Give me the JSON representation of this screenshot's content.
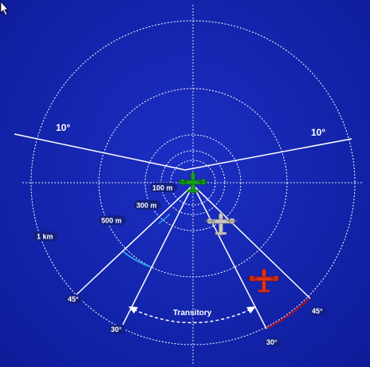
{
  "colors": {
    "background": "#1526b0",
    "ring": "#ffffff",
    "blue_arc": "#2aa3e8",
    "red_arc": "#b0101a",
    "own_aircraft": "#18a020",
    "other_aircraft": "#c8c8c8",
    "threat_aircraft": "#e0341c"
  },
  "icons": {
    "cursor": "cursor-arrow-icon",
    "own": "tiltrotor-aircraft-green-icon",
    "other": "tiltrotor-aircraft-grey-icon",
    "threat": "tiltrotor-aircraft-red-icon"
  },
  "range_rings": [
    {
      "label": "100 m"
    },
    {
      "label": "300 m"
    },
    {
      "label": "500 m"
    },
    {
      "label": "1 km"
    }
  ],
  "angle_labels": {
    "upper_left": "10°",
    "upper_right": "10°",
    "left_45": "45°",
    "left_30": "30°",
    "right_30": "30°",
    "right_45": "45°"
  },
  "transitory_label": "Transitory"
}
